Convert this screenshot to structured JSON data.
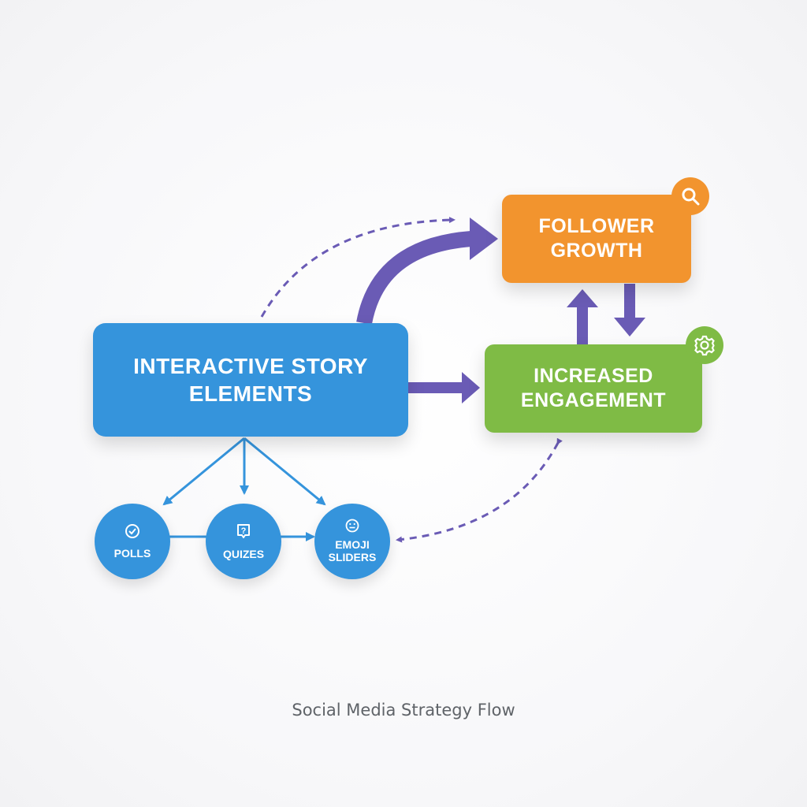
{
  "diagram": {
    "nodes": {
      "interactive": {
        "line1": "INTERACTIVE STORY",
        "line2": "ELEMENTS",
        "color": "#3594dc"
      },
      "follower": {
        "line1": "FOLLOWER",
        "line2": "GROWTH",
        "color": "#f2942e",
        "badge_icon": "search-icon"
      },
      "engagement": {
        "line1": "INCREASED",
        "line2": "ENGAGEMENT",
        "color": "#7fbb45",
        "badge_icon": "gear-icon"
      }
    },
    "sub_nodes": [
      {
        "label1": "POLLS",
        "label2": "",
        "icon": "check-circle-icon"
      },
      {
        "label1": "QUIZES",
        "label2": "",
        "icon": "question-bubble-icon"
      },
      {
        "label1": "EMOJI",
        "label2": "SLIDERS",
        "icon": "emoji-face-icon"
      }
    ],
    "edge_color": "#6a5bb5",
    "caption": "Social Media Strategy Flow"
  }
}
